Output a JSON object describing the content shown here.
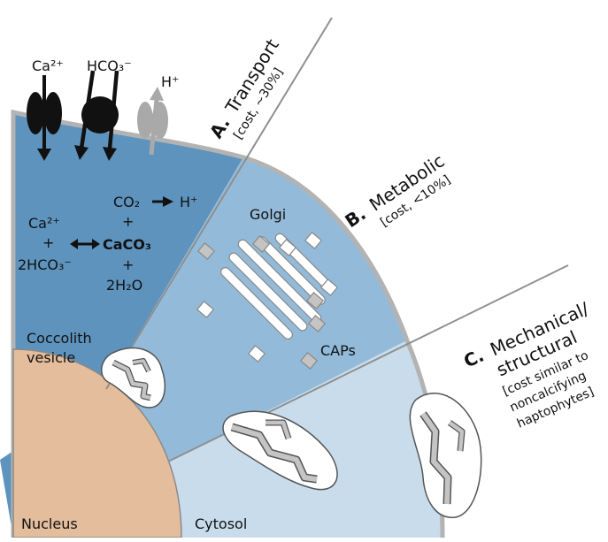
{
  "labels": {
    "ca_ion": "Ca²⁺",
    "hco3_ion": "HCO₃⁻",
    "h_ion": "H⁺",
    "golgi": "Golgi",
    "caps": "CAPs",
    "coccolith_vesicle_line1": "Coccolith",
    "coccolith_vesicle_line2": "vesicle",
    "nucleus": "Nucleus",
    "cytosol": "Cytosol"
  },
  "reaction": {
    "co2": "CO₂",
    "h": "H⁺",
    "ca": "Ca²⁺",
    "plus": "+",
    "caco3": "CaCO₃",
    "hco3": "2HCO₃⁻",
    "h2o": "2H₂O"
  },
  "sections": {
    "transport": {
      "letter": "A.",
      "name": "Transport",
      "cost": "[cost, ~30%]"
    },
    "metabolic": {
      "letter": "B.",
      "name": "Metabolic",
      "cost": "[cost, <10%]"
    },
    "mechanical": {
      "letter": "C.",
      "name_line1": "Mechanical/",
      "name_line2": "structural",
      "cost_line1": "[cost similar to",
      "cost_line2": "noncalcifying",
      "cost_line3": "haptophytes]"
    }
  },
  "colors": {
    "transport_zone": "#5e93bd",
    "metabolic_zone": "#93bbd9",
    "cytosol_zone": "#c8dcec",
    "nucleus": "#e3bd9c",
    "membrane": "#b3b3b3",
    "channel": "#111111",
    "pump_gray": "#a9a9a9"
  }
}
